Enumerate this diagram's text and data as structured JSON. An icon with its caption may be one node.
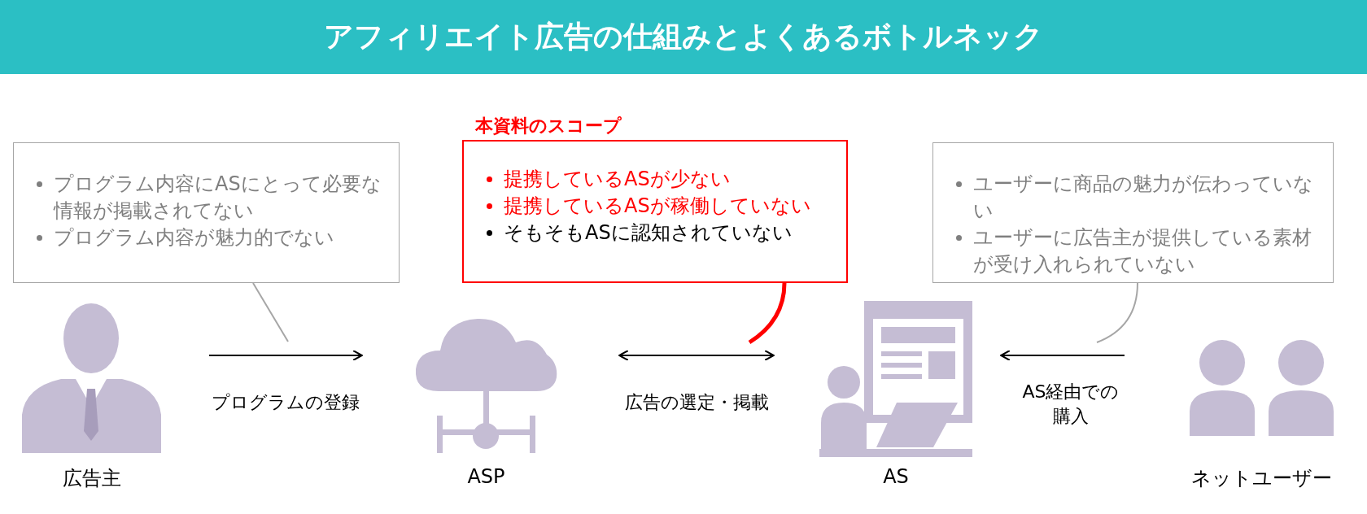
{
  "diagram": {
    "title": "アフィリエイト広告の仕組みとよくあるボトルネック",
    "nodes": [
      {
        "text": [
          "広告主"
        ]
      },
      {
        "text": [
          "ASP"
        ]
      },
      {
        "text": [
          "AS"
        ]
      },
      {
        "text": [
          "ネットユーザー"
        ]
      },
      {
        "text": [
          "プログラム内容にASにとって必要な情報が掲載されてない",
          "プログラム内容が魅力的でない"
        ]
      },
      {
        "text": [
          "本資料のスコープ",
          "提携しているASが少ない",
          "提携しているASが稼働していない",
          "そもそもASに認知されていない"
        ]
      },
      {
        "text": [
          "ユーザーに商品の魅力が伝わっていない",
          "ユーザーに広告主が提供している素材が受け入れられていない"
        ]
      }
    ],
    "edges": [
      {
        "from": 0,
        "to": 1,
        "arrow": "to",
        "label": "プログラムの登録"
      },
      {
        "from": 1,
        "to": 2,
        "arrow": "both",
        "label": "広告の選定・掲載"
      },
      {
        "from": 3,
        "to": 2,
        "arrow": "to",
        "label": "AS経由での購入"
      },
      {
        "from": 4,
        "to": null,
        "arrow": "none",
        "color": "#a6a6a6"
      },
      {
        "from": 5,
        "to": null,
        "arrow": "none",
        "style": "thick",
        "color": "#ff0000"
      },
      {
        "from": 6,
        "to": null,
        "arrow": "none",
        "color": "#a6a6a6"
      }
    ]
  }
}
